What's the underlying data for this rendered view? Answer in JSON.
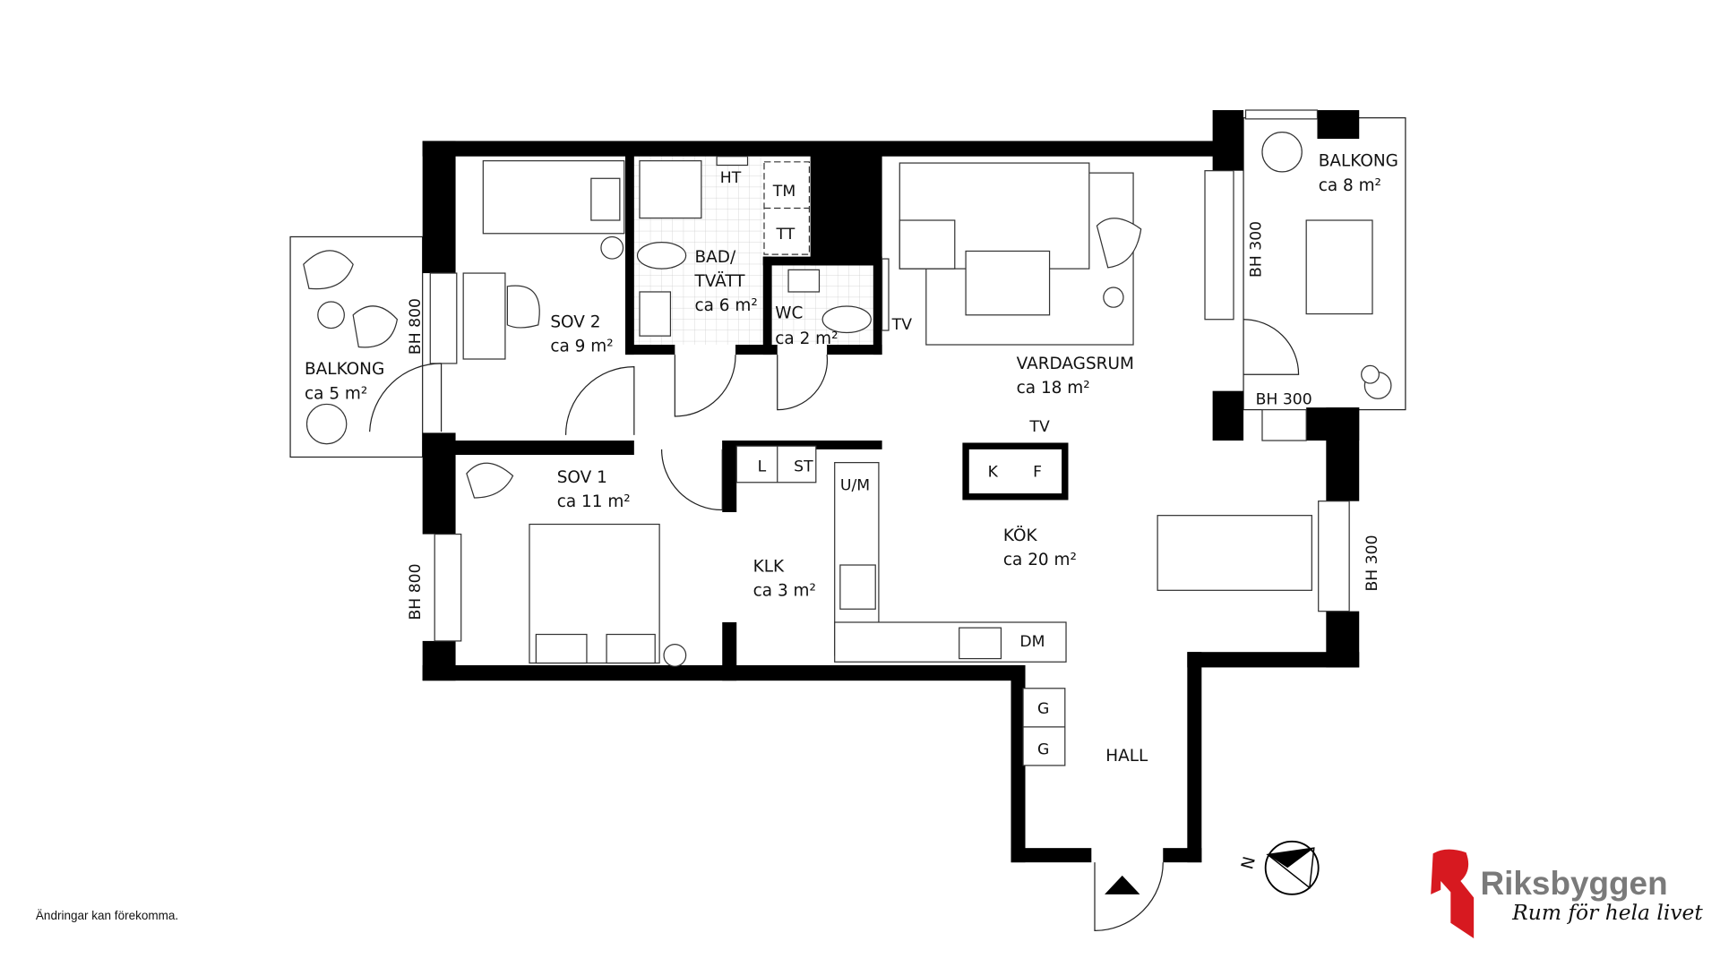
{
  "rooms": {
    "sov2": {
      "name": "SOV 2",
      "area": "ca 9 m²"
    },
    "bad": {
      "name1": "BAD/",
      "name2": "TVÄTT",
      "area": "ca 6 m²"
    },
    "wc": {
      "name": "WC",
      "area": "ca 2 m²"
    },
    "vardagsrum": {
      "name": "VARDAGSRUM",
      "area": "ca 18 m²"
    },
    "balkong_right": {
      "name": "BALKONG",
      "area": "ca 8 m²"
    },
    "balkong_left": {
      "name": "BALKONG",
      "area": "ca 5 m²"
    },
    "sov1": {
      "name": "SOV 1",
      "area": "ca 11 m²"
    },
    "klk": {
      "name": "KLK",
      "area": "ca 3 m²"
    },
    "kok": {
      "name": "KÖK",
      "area": "ca 20 m²"
    },
    "hall": {
      "name": "HALL"
    }
  },
  "fixtures": {
    "ht": "HT",
    "tm": "TM",
    "tt": "TT",
    "tv_wc": "TV",
    "tv_living": "TV",
    "k": "K",
    "f": "F",
    "l": "L",
    "st": "ST",
    "um": "U/M",
    "dm": "DM",
    "g1": "G",
    "g2": "G"
  },
  "windows": {
    "bh_sov2": "BH 800",
    "bh_sov1": "BH 800",
    "bh_living": "BH 300",
    "bh_balcony_bottom": "BH 300",
    "bh_kitchen": "BH 300"
  },
  "compass": {
    "label": "N"
  },
  "footnote": "Ändringar kan förekomma.",
  "logo": {
    "brand": "Riksbyggen",
    "slogan": "Rum för hela livet",
    "brand_color": "#d71920",
    "text_color": "#7a7a7a"
  }
}
